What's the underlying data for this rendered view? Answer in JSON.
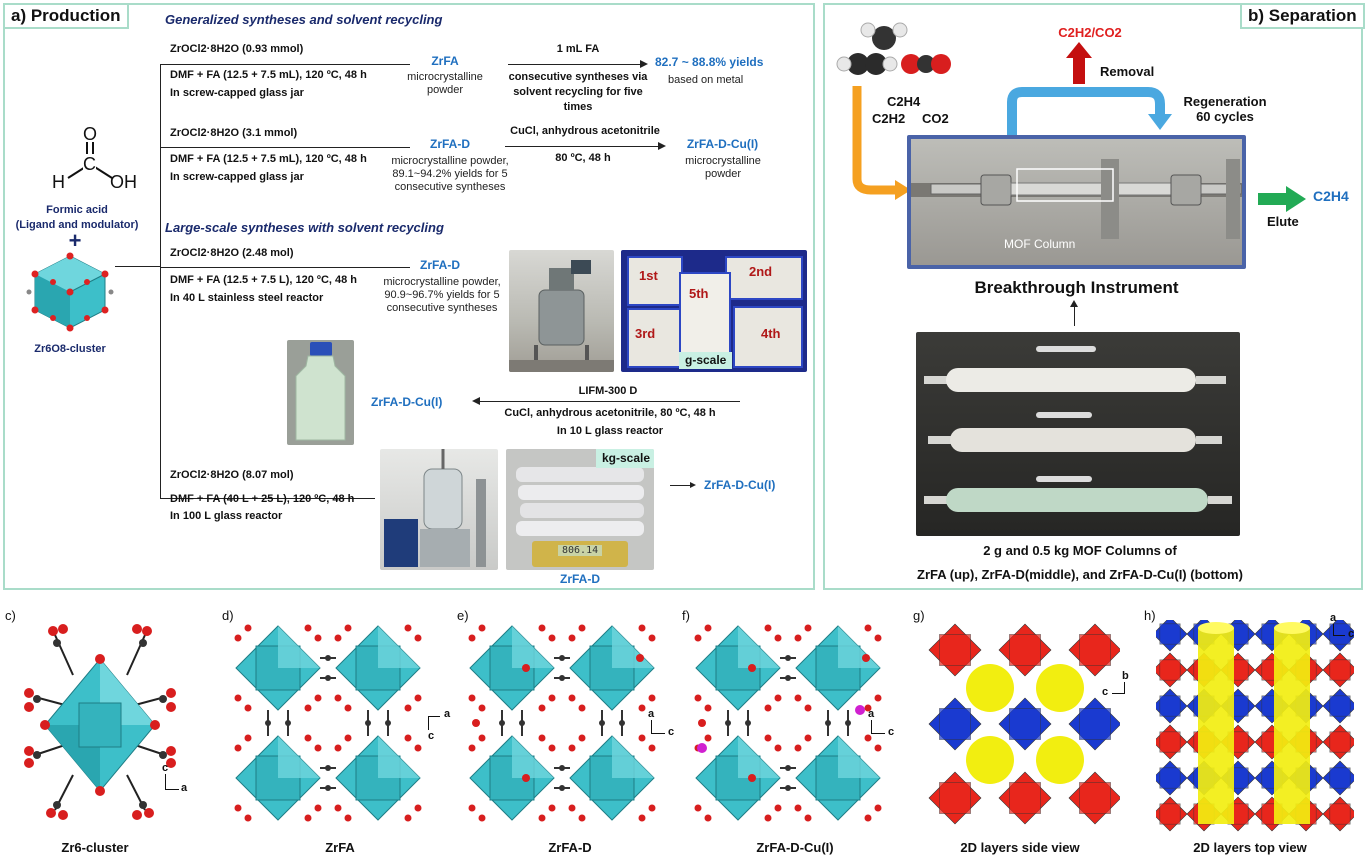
{
  "panel_a": {
    "tag": "a) Production",
    "title_general": "Generalized syntheses and solvent recycling",
    "title_large": "Large-scale syntheses with solvent recycling",
    "formic_acid": {
      "label1": "Formic acid",
      "label2": "(Ligand and modulator)",
      "plus": "+",
      "h": "H",
      "c": "C",
      "o": "O",
      "oh": "OH"
    },
    "cluster_label": "Zr6O8-cluster",
    "routes": [
      {
        "reagent": "ZrOCl2·8H2O (0.93 mmol)",
        "cond1": "DMF + FA (12.5 + 7.5 mL), 120 ºC, 48 h",
        "cond2": "In screw-capped glass jar",
        "product": "ZrFA",
        "product_desc": "microcrystalline powder",
        "step_top": "1 mL FA",
        "step_bottom": "consecutive syntheses via solvent recycling for five times",
        "result": "82.7 ~ 88.8% yields",
        "result_sub": "based on metal"
      },
      {
        "reagent": "ZrOCl2·8H2O (3.1 mmol)",
        "cond1": "DMF + FA (12.5 + 7.5 mL), 120 ºC, 48 h",
        "cond2": "In screw-capped glass jar",
        "product": "ZrFA-D",
        "product_desc": "microcrystalline powder, 89.1~94.2% yields for 5 consecutive syntheses",
        "step_top": "CuCl, anhydrous acetonitrile",
        "step_bottom": "80 ºC, 48 h",
        "result": "ZrFA-D-Cu(I)",
        "result_sub": "microcrystalline powder"
      },
      {
        "reagent": "ZrOCl2·8H2O (2.48 mol)",
        "cond1": "DMF + FA (12.5 + 7.5 L), 120 ºC, 48 h",
        "cond2": "In 40 L stainless steel reactor",
        "product": "ZrFA-D",
        "product_desc": "microcrystalline powder, 90.9~96.7% yields for 5 consecutive syntheses"
      },
      {
        "reagent": "ZrOCl2·8H2O (8.07 mol)",
        "cond1": "DMF + FA (40 L + 25 L), 120 ºC, 48 h",
        "cond2": "In 100 L glass reactor",
        "result": "ZrFA-D-Cu(I)"
      }
    ],
    "lifm": {
      "label": "LIFM-300 D",
      "cond1": "CuCl, anhydrous acetonitrile, 80 ºC, 48 h",
      "cond2": "In 10 L glass reactor",
      "product": "ZrFA-D-Cu(I)"
    },
    "batches": [
      "1st",
      "2nd",
      "5th",
      "3rd",
      "4th"
    ],
    "gscale": "g-scale",
    "kgscale": "kg-scale",
    "scale_reading": "806.14",
    "kg_product": "ZrFA-D"
  },
  "panel_b": {
    "tag": "b) Separation",
    "target": "C2H2/CO2",
    "removal": "Removal",
    "gases": {
      "c2h4": "C2H4",
      "c2h2": "C2H2",
      "co2": "CO2"
    },
    "regeneration": "Regeneration",
    "cycles": "60 cycles",
    "column_label": "MOF Column",
    "elute": "Elute",
    "elute_product": "C2H4",
    "instrument": "Breakthrough Instrument",
    "caption1": "2 g and 0.5 kg MOF Columns of",
    "caption2": "ZrFA (up), ZrFA-D(middle), and ZrFA-D-Cu(I) (bottom)"
  },
  "structures": [
    {
      "letter": "c)",
      "caption": "Zr6-cluster",
      "axes": [
        "c",
        "a"
      ]
    },
    {
      "letter": "d)",
      "caption": "ZrFA",
      "axes": [
        "a",
        "c"
      ]
    },
    {
      "letter": "e)",
      "caption": "ZrFA-D",
      "axes": [
        "a",
        "c"
      ]
    },
    {
      "letter": "f)",
      "caption": "ZrFA-D-Cu(I)",
      "axes": [
        "a",
        "c"
      ]
    },
    {
      "letter": "g)",
      "caption": "2D layers side view",
      "axes": [
        "b",
        "c"
      ]
    },
    {
      "letter": "h)",
      "caption": "2D layers top view",
      "axes": [
        "a",
        "c"
      ]
    }
  ],
  "colors": {
    "border": "#a9dcc9",
    "cyan": "#3dbfc9",
    "blue_text": "#1f6fbf",
    "navy_text": "#1a2a6c",
    "red": "#e02020",
    "orange": "#f5a020",
    "arrow_blue": "#4aa8e0",
    "green": "#22aa55",
    "layer_red": "#e8261c",
    "layer_blue": "#1a3ad0",
    "yellow": "#f2ee10"
  }
}
